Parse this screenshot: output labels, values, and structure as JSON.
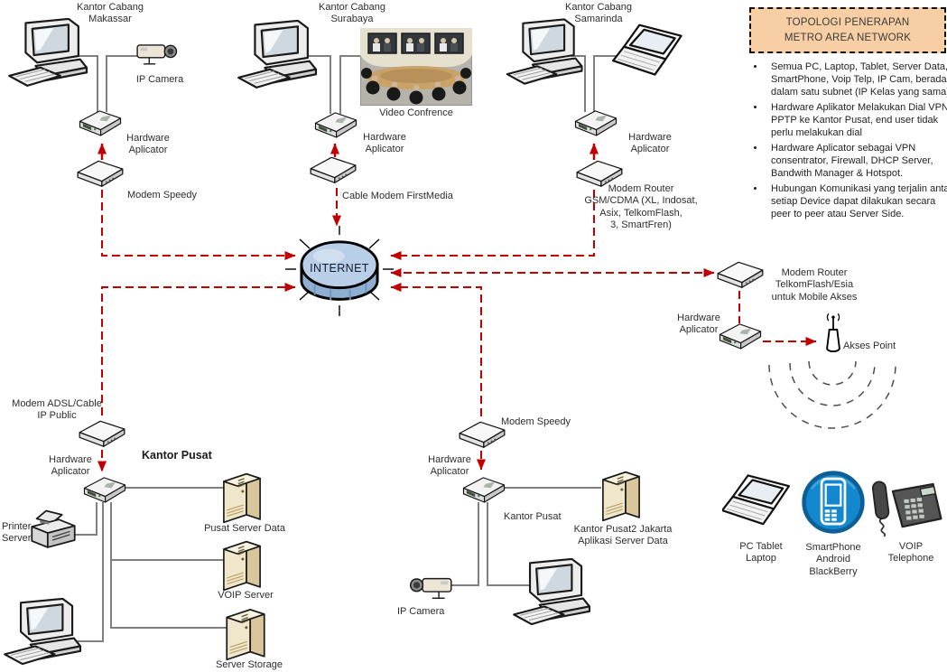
{
  "header": {
    "title_box": "TOPOLOGI PENERAPAN\nMETRO AREA NETWORK"
  },
  "notes": [
    "Semua PC, Laptop, Tablet, Server Data, SmartPhone, Voip Telp, IP Cam, berada dalam satu subnet (IP Kelas yang sama)",
    "Hardware Aplikator Melakukan Dial VPN PPTP ke Kantor Pusat, end user tidak perlu melakukan dial",
    "Hardware Aplicator sebagai VPN consentrator, Firewall, DHCP Server, Bandwith Manager & Hotspot.",
    "Hubungan Komunikasi yang terjalin antar setiap Device dapat dilakukan secara peer to peer atau Server Side."
  ],
  "internet": {
    "label": "INTERNET"
  },
  "sites": {
    "makassar": {
      "title": "Kantor Cabang\nMakassar",
      "camera": "IP Camera",
      "aplicator": "Hardware\nAplicator",
      "modem": "Modem Speedy"
    },
    "surabaya": {
      "title": "Kantor Cabang\nSurabaya",
      "video": "Video Confrence",
      "aplicator": "Hardware\nAplicator",
      "modem": "Cable Modem FirstMedia"
    },
    "samarinda": {
      "title": "Kantor Cabang\nSamarinda",
      "aplicator": "Hardware\nAplicator",
      "modem": "Modem Router\nGSM/CDMA (XL, Indosat,\nAsix, TelkomFlash,\n3, SmartFren)"
    }
  },
  "mobile": {
    "modem": "Modem Router\nTelkomFlash/Esia\nuntuk Mobile Akses",
    "aplicator": "Hardware\nAplicator",
    "akses_point": "Akses Point"
  },
  "pusat_left": {
    "modem": "Modem ADSL/Cable\nIP Public",
    "aplicator": "Hardware\nAplicator",
    "title": "Kantor Pusat",
    "printer": "Printer\nServer",
    "server_data": "Pusat Server Data",
    "voip_server": "VOIP Server",
    "server_storage": "Server Storage"
  },
  "pusat_mid": {
    "modem": "Modem Speedy",
    "aplicator": "Hardware\nAplicator",
    "title": "Kantor Pusat",
    "server": "Kantor Pusat2 Jakarta\nAplikasi Server Data",
    "camera": "IP Camera"
  },
  "clients": {
    "laptop": "PC Tablet\nLaptop",
    "smartphone": "SmartPhone\nAndroid\nBlackBerry",
    "voip": "VOIP\nTelephone"
  },
  "colors": {
    "link_red": "#c00000",
    "line_gray": "#7f7f7f",
    "note_box_bg": "#f8cfa5",
    "internet_top": "#b9cfe8",
    "internet_body": "#8fafd2",
    "server_front": "#f0e7ca",
    "smartphone_blue": "#1488cf"
  }
}
